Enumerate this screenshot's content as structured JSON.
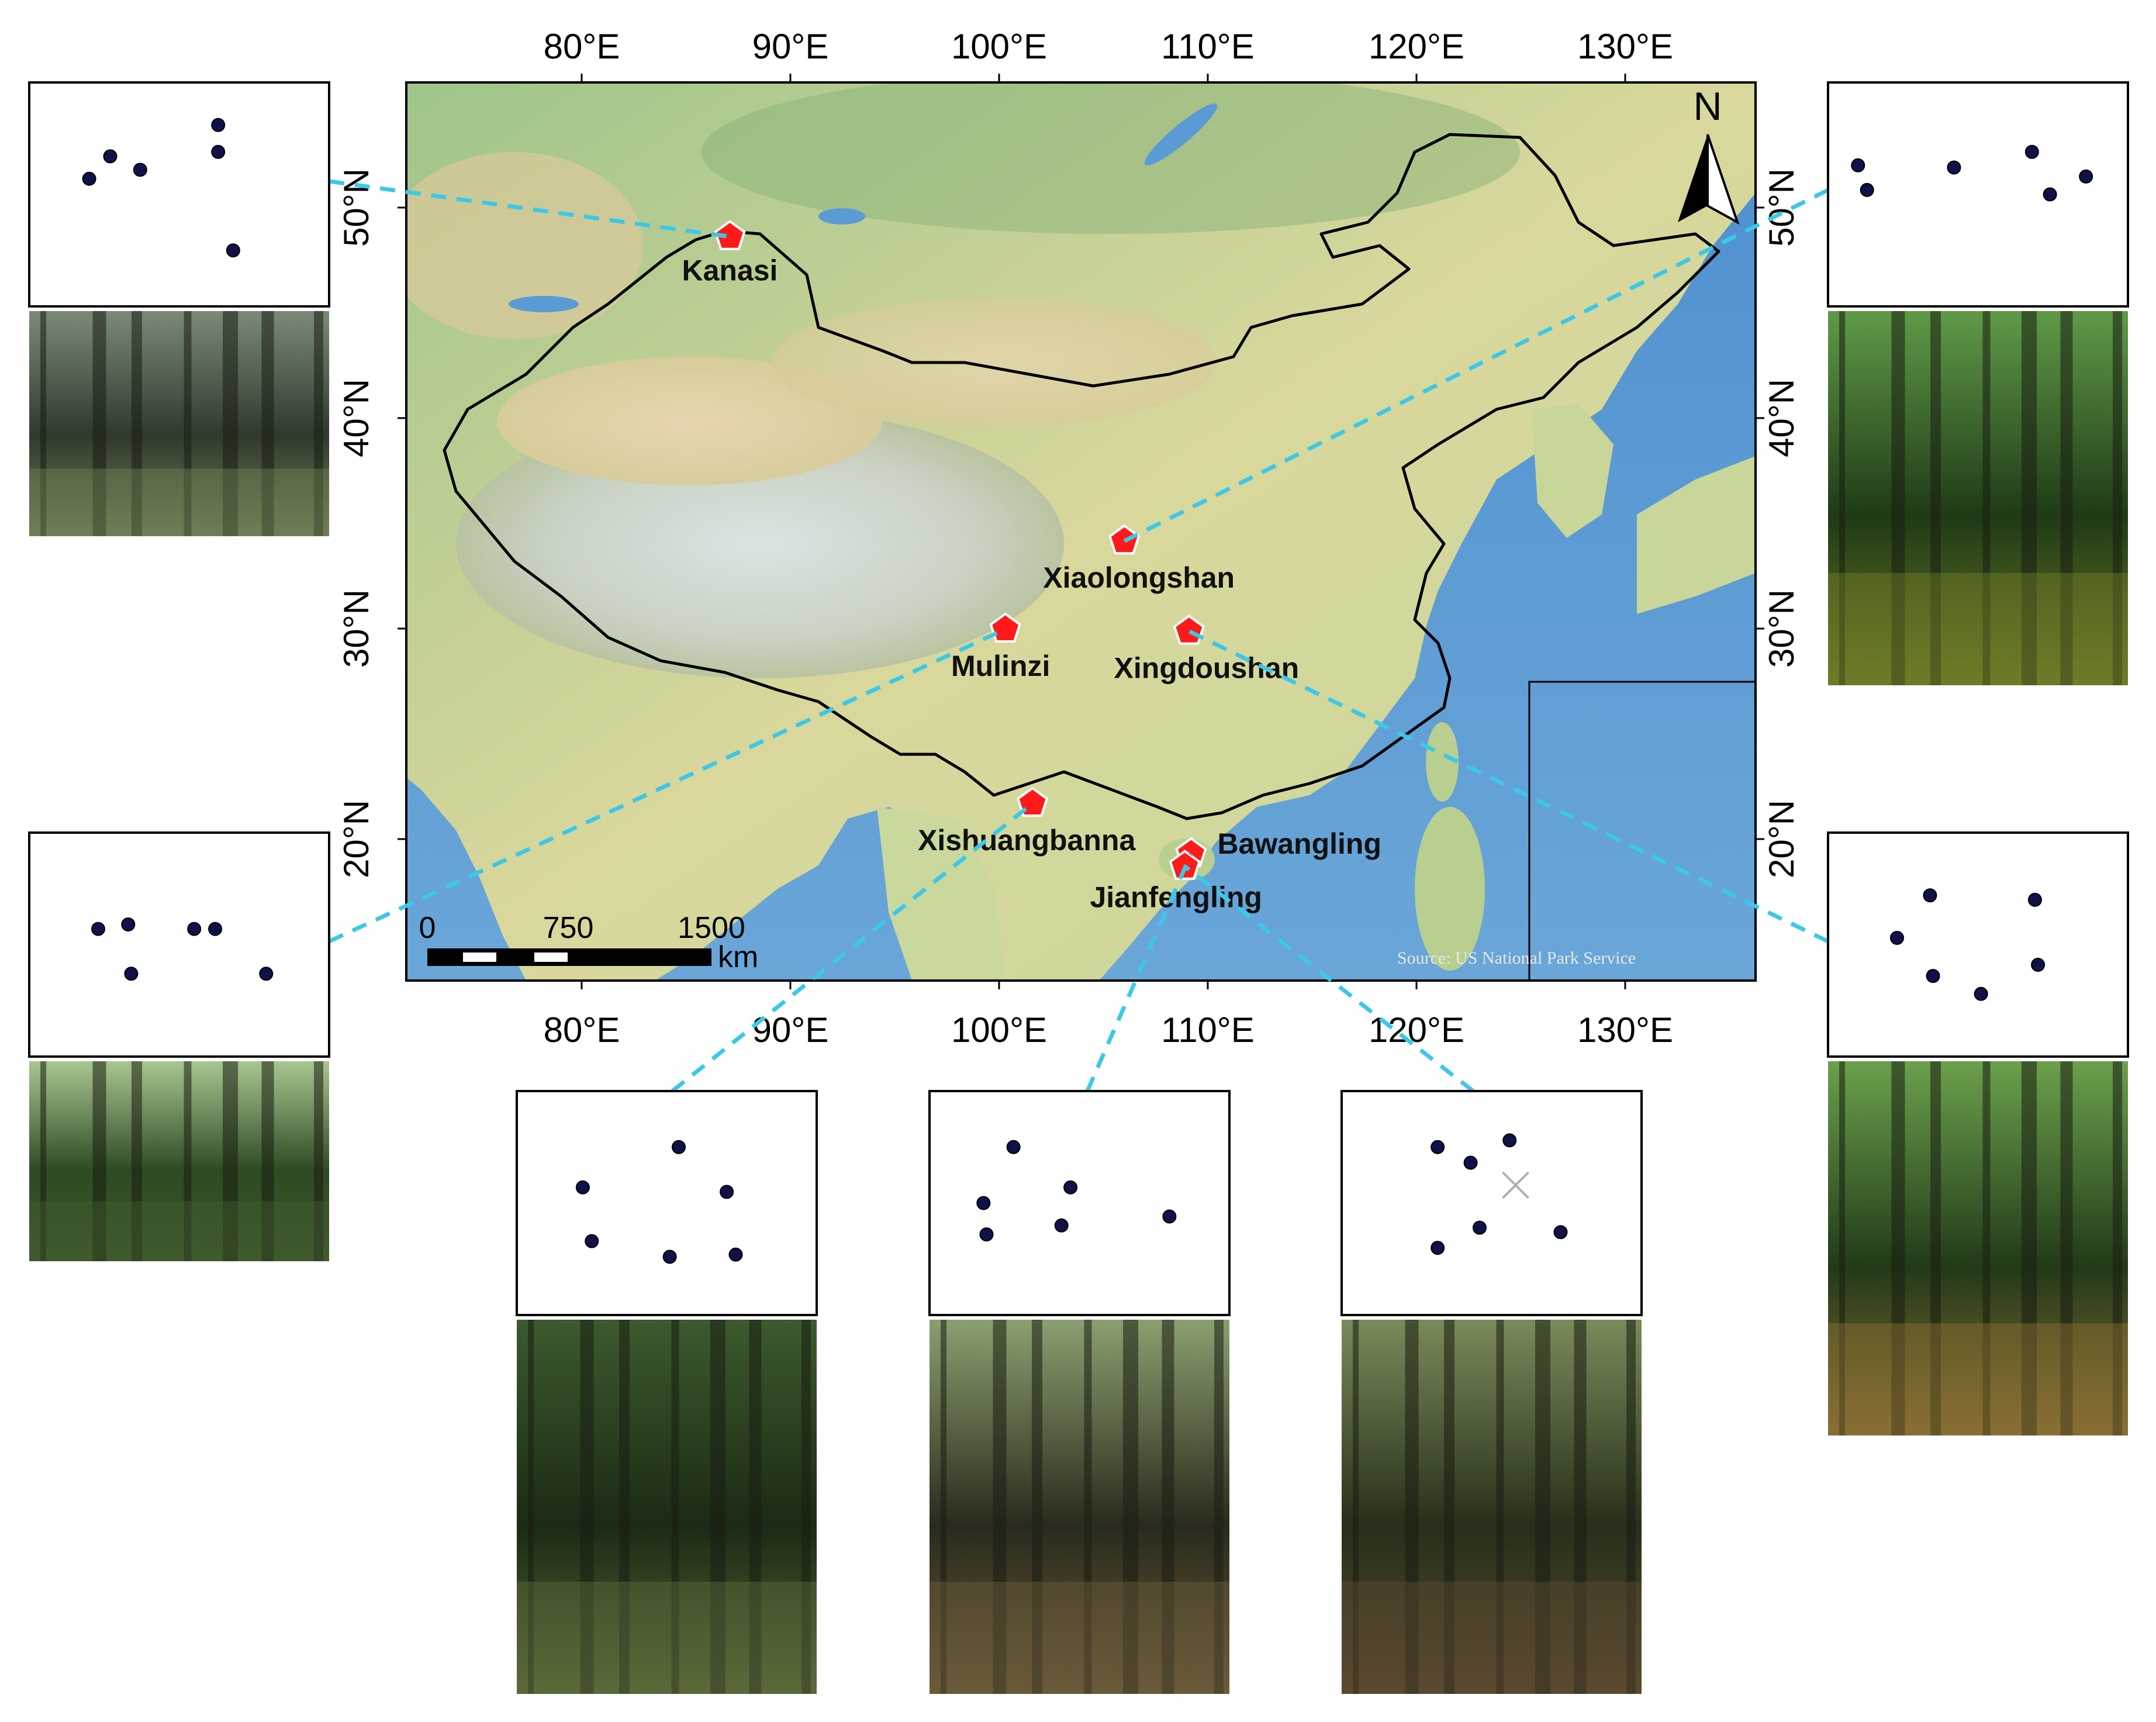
{
  "map": {
    "lon_labels": [
      "80°E",
      "90°E",
      "100°E",
      "110°E",
      "120°E",
      "130°E"
    ],
    "lat_labels": [
      "50°N",
      "40°N",
      "30°N",
      "20°N"
    ],
    "north_arrow": "N",
    "scale_bar": {
      "labels": [
        "0",
        "750",
        "1500"
      ],
      "unit": "km"
    },
    "source": "Source: US National Park Service",
    "sites": [
      {
        "name": "Kanasi",
        "lon": 87.1,
        "lat": 48.7
      },
      {
        "name": "Xiaolongshan",
        "lon": 106.0,
        "lat": 34.2
      },
      {
        "name": "Mulinzi",
        "lon": 100.3,
        "lat": 30.0
      },
      {
        "name": "Xingdoushan",
        "lon": 109.1,
        "lat": 29.9
      },
      {
        "name": "Xishuangbanna",
        "lon": 101.6,
        "lat": 21.7
      },
      {
        "name": "Bawangling",
        "lon": 109.2,
        "lat": 19.3
      },
      {
        "name": "Jianfengling",
        "lon": 108.9,
        "lat": 18.7
      }
    ]
  },
  "colors": {
    "marker": "#ff1a1a",
    "connector": "#3cc8e8",
    "stem_point": "#10104a",
    "sea": "#5f9bd3",
    "land": "#d6d69a"
  },
  "panels": [
    {
      "site": "Kanasi",
      "points": [
        [
          0.2,
          0.43
        ],
        [
          0.27,
          0.33
        ],
        [
          0.37,
          0.39
        ],
        [
          0.63,
          0.19
        ],
        [
          0.63,
          0.31
        ],
        [
          0.68,
          0.75
        ]
      ],
      "photo_colors": [
        "#7b8a78",
        "#2f3a2c",
        "#6f7f55"
      ]
    },
    {
      "site": "Xiaolongshan",
      "points": [
        [
          0.1,
          0.37
        ],
        [
          0.13,
          0.48
        ],
        [
          0.42,
          0.38
        ],
        [
          0.68,
          0.31
        ],
        [
          0.74,
          0.5
        ],
        [
          0.86,
          0.42
        ]
      ],
      "photo_colors": [
        "#5f9a48",
        "#1f3a16",
        "#6f7d28"
      ]
    },
    {
      "site": "Mulinzi",
      "points": [
        [
          0.23,
          0.43
        ],
        [
          0.33,
          0.41
        ],
        [
          0.34,
          0.63
        ],
        [
          0.55,
          0.43
        ],
        [
          0.62,
          0.43
        ],
        [
          0.79,
          0.63
        ]
      ],
      "photo_colors": [
        "#a8c690",
        "#2d4a22",
        "#405a2e"
      ]
    },
    {
      "site": "Xingdoushan",
      "points": [
        [
          0.23,
          0.47
        ],
        [
          0.34,
          0.28
        ],
        [
          0.35,
          0.64
        ],
        [
          0.51,
          0.72
        ],
        [
          0.69,
          0.3
        ],
        [
          0.7,
          0.59
        ]
      ],
      "photo_colors": [
        "#6aa04c",
        "#223a18",
        "#8a6f34"
      ]
    },
    {
      "site": "Xishuangbanna",
      "points": [
        [
          0.22,
          0.43
        ],
        [
          0.25,
          0.67
        ],
        [
          0.54,
          0.25
        ],
        [
          0.51,
          0.74
        ],
        [
          0.7,
          0.45
        ],
        [
          0.73,
          0.73
        ]
      ],
      "photo_colors": [
        "#3c5a2e",
        "#1b2a14",
        "#5a6a3a"
      ]
    },
    {
      "site": "Bawangling",
      "points": [
        [
          0.28,
          0.25
        ],
        [
          0.18,
          0.5
        ],
        [
          0.19,
          0.64
        ],
        [
          0.44,
          0.6
        ],
        [
          0.47,
          0.43
        ],
        [
          0.8,
          0.56
        ]
      ],
      "photo_colors": [
        "#8aa070",
        "#2a2a1c",
        "#6a5a3a"
      ]
    },
    {
      "site": "Jianfengling",
      "points": [
        [
          0.32,
          0.25
        ],
        [
          0.43,
          0.32
        ],
        [
          0.56,
          0.22
        ],
        [
          0.46,
          0.61
        ],
        [
          0.32,
          0.7
        ],
        [
          0.73,
          0.63
        ]
      ],
      "cross": [
        0.58,
        0.42
      ],
      "photo_colors": [
        "#7a8a5a",
        "#26301a",
        "#5a4a30"
      ]
    }
  ]
}
